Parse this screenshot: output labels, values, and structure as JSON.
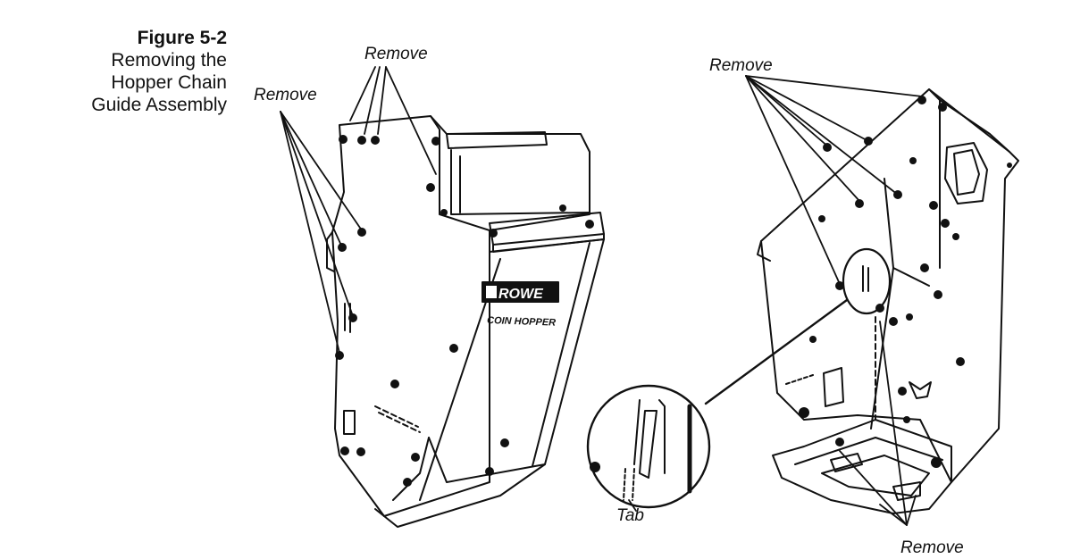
{
  "figure": {
    "number": "Figure 5-2",
    "title_lines": [
      "Removing the",
      "Hopper Chain",
      "Guide Assembly"
    ]
  },
  "callouts": {
    "remove_top_left": "Remove",
    "remove_left": "Remove",
    "remove_top_right": "Remove",
    "remove_bottom_right": "Remove",
    "tab": "Tab"
  },
  "hopper_label": {
    "brand": "ROWE",
    "name": "COIN HOPPER"
  }
}
